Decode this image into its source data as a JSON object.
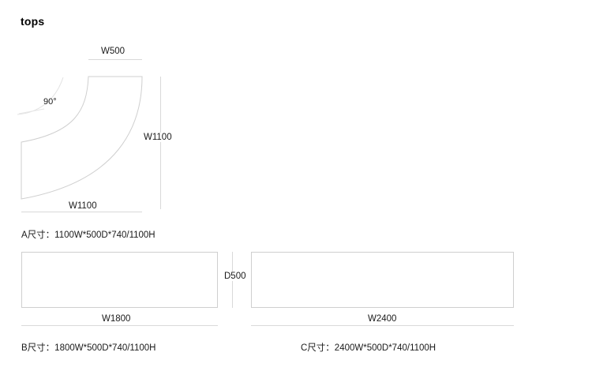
{
  "header": {
    "title": "tops"
  },
  "items": {
    "a": {
      "id": "A",
      "shape": "quarter-round-corner-top",
      "angle_label": "90°",
      "dims": {
        "top_width": "W500",
        "right_height": "W1100",
        "bottom_width": "W1100"
      },
      "spec": "A尺寸：1100W*500D*740/1100H"
    },
    "b": {
      "id": "B",
      "shape": "rectangular-top",
      "dims": {
        "width": "W1800",
        "depth": "D500"
      },
      "spec": "B尺寸：1800W*500D*740/1100H"
    },
    "c": {
      "id": "C",
      "shape": "rectangular-top",
      "dims": {
        "width": "W2400",
        "depth": "D500"
      },
      "spec": "C尺寸：2400W*500D*740/1100H"
    }
  },
  "colors": {
    "outline": "#cfcfcf",
    "dimension_line": "#d9d9d9",
    "text": "#1a1a1a",
    "background": "#ffffff"
  }
}
